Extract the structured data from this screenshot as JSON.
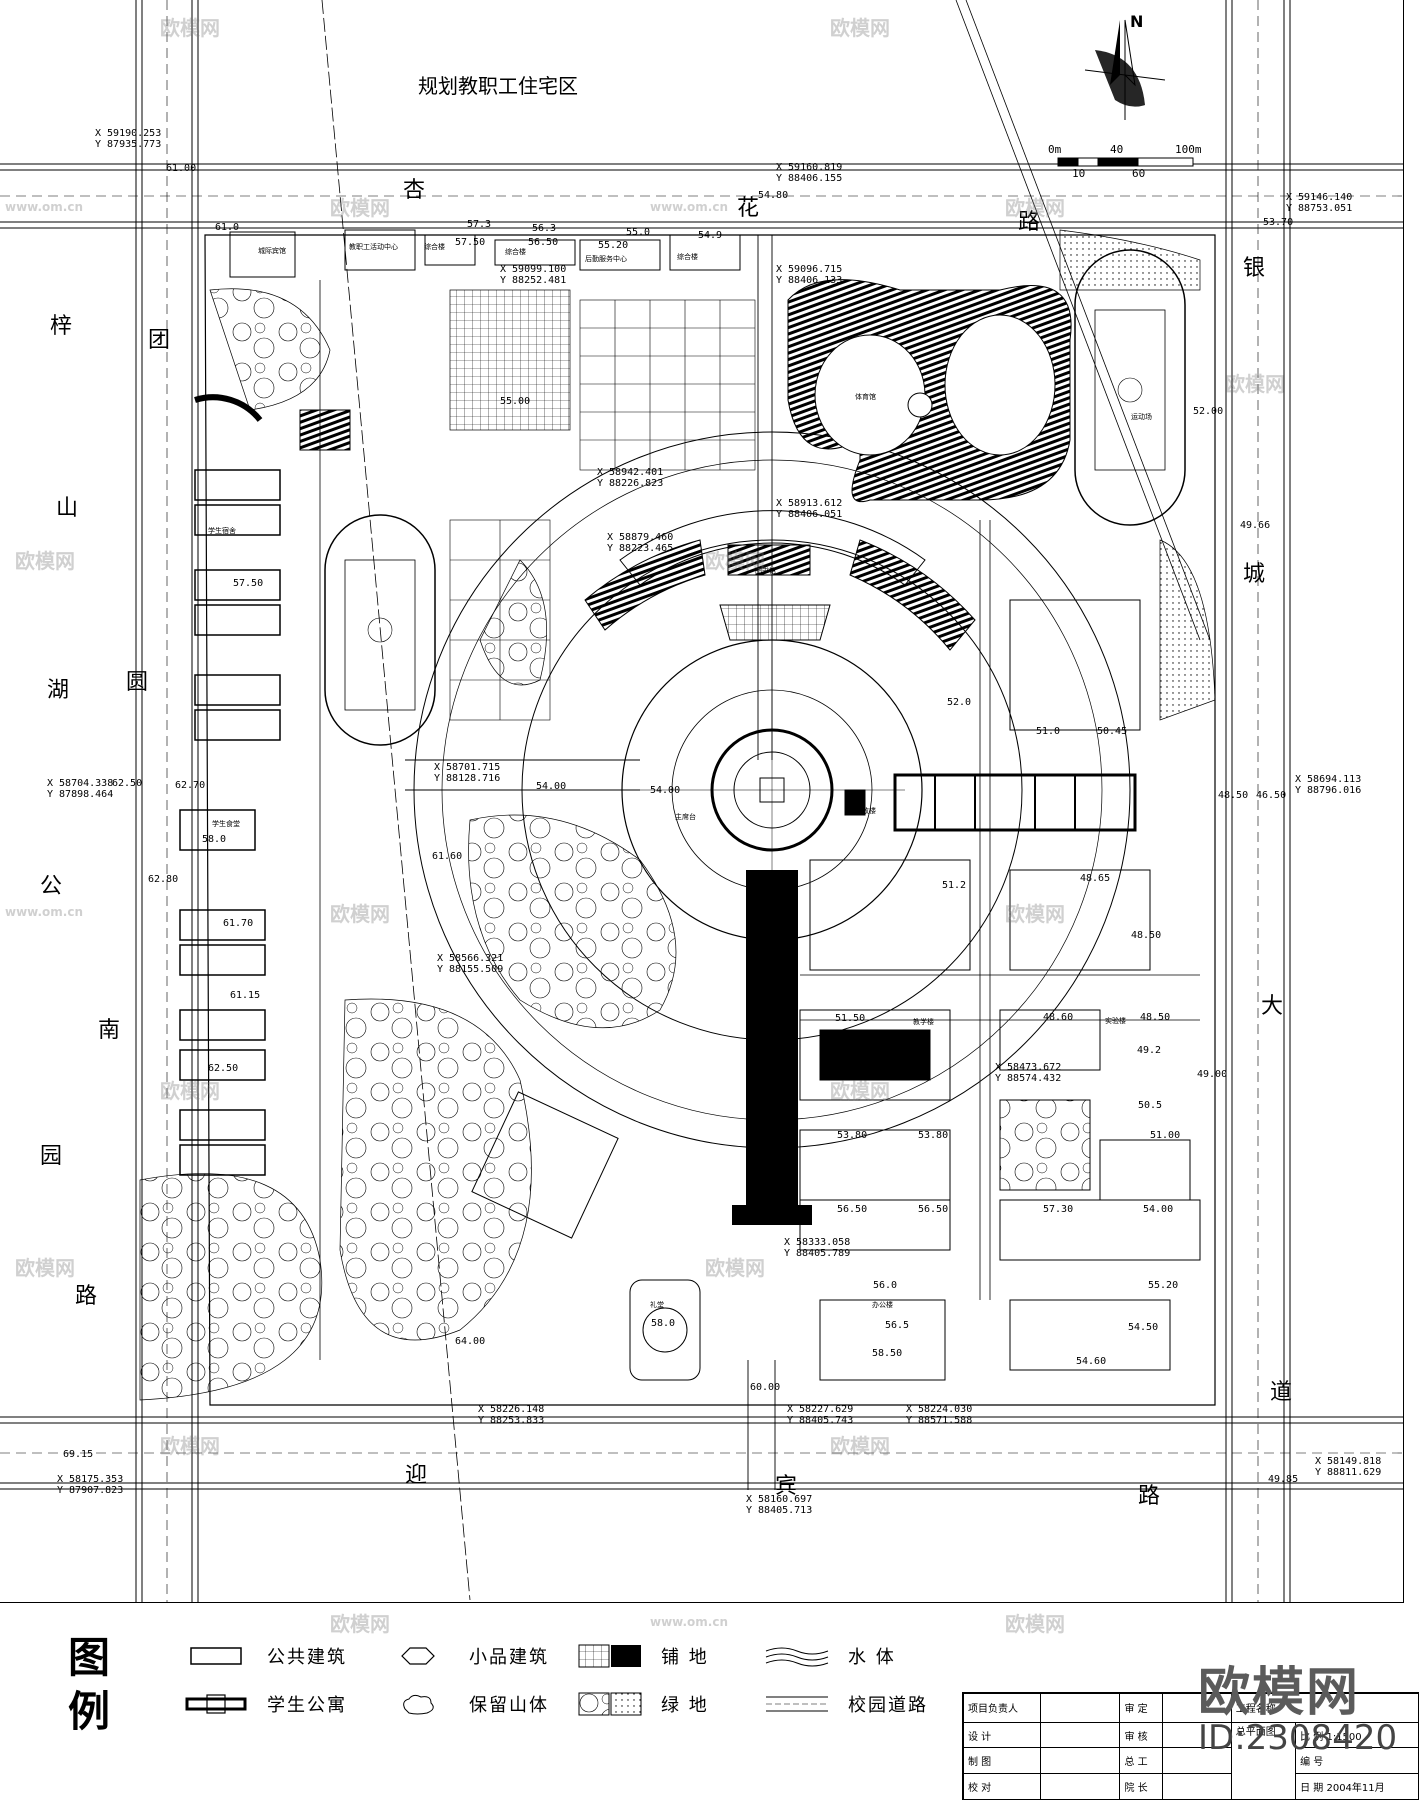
{
  "north_label": "N",
  "scale_bar": {
    "ticks_top": [
      "0m",
      "40",
      "100m"
    ],
    "ticks_bottom": [
      "10",
      "60"
    ]
  },
  "regions": {
    "north_residential": "规划教职工住宅区"
  },
  "roads": {
    "north": [
      "杏",
      "花",
      "路"
    ],
    "east": [
      "银",
      "城",
      "大",
      "道"
    ],
    "south": [
      "迎",
      "宾",
      "路"
    ],
    "west": [
      "梓",
      "山",
      "湖",
      "公",
      "园",
      "路"
    ],
    "west_inner": [
      "团",
      "圆",
      "南"
    ]
  },
  "coordinates": [
    {
      "x": "X 59190.253",
      "y": "Y 87935.773"
    },
    {
      "x": "X 59160.819",
      "y": "Y 88406.155"
    },
    {
      "x": "X 59146.140",
      "y": "Y 88753.051"
    },
    {
      "x": "X 59099.100",
      "y": "Y 88252.481"
    },
    {
      "x": "X 59096.715",
      "y": "Y 88406.133"
    },
    {
      "x": "X 58942.401",
      "y": "Y 88226.823"
    },
    {
      "x": "X 58913.612",
      "y": "Y 88406.051"
    },
    {
      "x": "X 58879.460",
      "y": "Y 88223.465"
    },
    {
      "x": "X 58704.338",
      "y": "Y 87898.464"
    },
    {
      "x": "X 58701.715",
      "y": "Y 88128.716"
    },
    {
      "x": "X 58694.113",
      "y": "Y 88796.016"
    },
    {
      "x": "X 58566.321",
      "y": "Y 88155.509"
    },
    {
      "x": "X 58473.672",
      "y": "Y 88574.432"
    },
    {
      "x": "X 58333.058",
      "y": "Y 88405.789"
    },
    {
      "x": "X 58226.148",
      "y": "Y 88253.833"
    },
    {
      "x": "X 58227.629",
      "y": "Y 88405.743"
    },
    {
      "x": "X 58224.030",
      "y": "Y 88571.588"
    },
    {
      "x": "X 58175.353",
      "y": "Y 87907.823"
    },
    {
      "x": "X 58160.697",
      "y": "Y 88405.713"
    },
    {
      "x": "X 58149.818",
      "y": "Y 88811.629"
    }
  ],
  "elevations": [
    "61.00",
    "54.80",
    "53.70",
    "61.0",
    "57.3",
    "56.3",
    "55.0",
    "54.9",
    "55.20",
    "57.50",
    "56.50",
    "52.00",
    "49.66",
    "62.50",
    "62.70",
    "54.00",
    "54.00",
    "48.50",
    "46.50",
    "61.70",
    "61.15",
    "62.50",
    "62.80",
    "52.0",
    "51.0",
    "50.45",
    "51.50",
    "48.60",
    "48.50",
    "53.80",
    "53.80",
    "51.00",
    "56.50",
    "56.50",
    "57.30",
    "54.00",
    "56.0",
    "55.20",
    "56.5",
    "58.50",
    "54.50",
    "54.60",
    "64.00",
    "58.0",
    "60.00",
    "69.15",
    "49.85",
    "49.00",
    "50.5",
    "49.2",
    "51.2",
    "48.65",
    "61.60",
    "58.0",
    "55.00",
    "57.50",
    "48.50"
  ],
  "building_labels": [
    "城际宾馆",
    "教职工活动中心",
    "综合楼",
    "综合楼",
    "后勤服务中心",
    "综合楼",
    "图书馆",
    "教学楼",
    "实验楼",
    "办公楼",
    "礼堂",
    "学生食堂",
    "学生宿舍",
    "运动场",
    "体育馆",
    "行政楼",
    "主席台"
  ],
  "legend": {
    "title_chars": [
      "图",
      "例"
    ],
    "items": [
      {
        "symbol": "public-building",
        "label": "公共建筑"
      },
      {
        "symbol": "small-building",
        "label": "小品建筑"
      },
      {
        "symbol": "paving",
        "label": "铺    地"
      },
      {
        "symbol": "water",
        "label": "水    体"
      },
      {
        "symbol": "dormitory",
        "label": "学生公寓"
      },
      {
        "symbol": "hill",
        "label": "保留山体"
      },
      {
        "symbol": "green",
        "label": "绿    地"
      },
      {
        "symbol": "campus-road",
        "label": "校园道路"
      }
    ]
  },
  "title_block": {
    "rows": [
      [
        "项目负责人",
        "",
        "审  定",
        "",
        "工程名称",
        ""
      ],
      [
        "设  计",
        "",
        "审  核",
        "",
        "总平面图",
        "比  例  1:1500"
      ],
      [
        "制  图",
        "",
        "总  工",
        "",
        "",
        "编  号"
      ],
      [
        "校  对",
        "",
        "院  长",
        "",
        "",
        "日  期   2004年11月"
      ]
    ]
  },
  "watermark": {
    "brand": "欧模网",
    "id": "ID:2308420",
    "site": "www.om.cn",
    "faint": "欧模网"
  }
}
